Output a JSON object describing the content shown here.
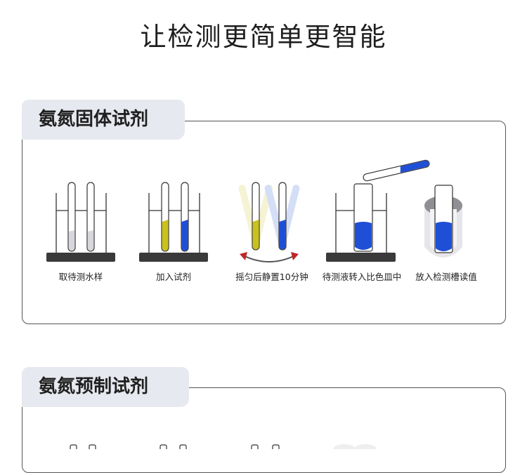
{
  "headline": "让检测更简单更智能",
  "sections": [
    {
      "title": "氨氮固体试剂",
      "steps": [
        {
          "label": "取待测水样"
        },
        {
          "label": "加入试剂"
        },
        {
          "label": "摇匀后静置10分钟"
        },
        {
          "label": "待测液转入比色皿中"
        },
        {
          "label": "放入检测槽读值"
        }
      ]
    },
    {
      "title": "氨氮预制试剂"
    }
  ],
  "colors": {
    "reagent_yellow": "#c9c21a",
    "reagent_blue": "#1f4fd6",
    "base_dark": "#3a3a3a",
    "shake_arrow": "#c0262a",
    "tab_bg": "#e7e9f0"
  }
}
